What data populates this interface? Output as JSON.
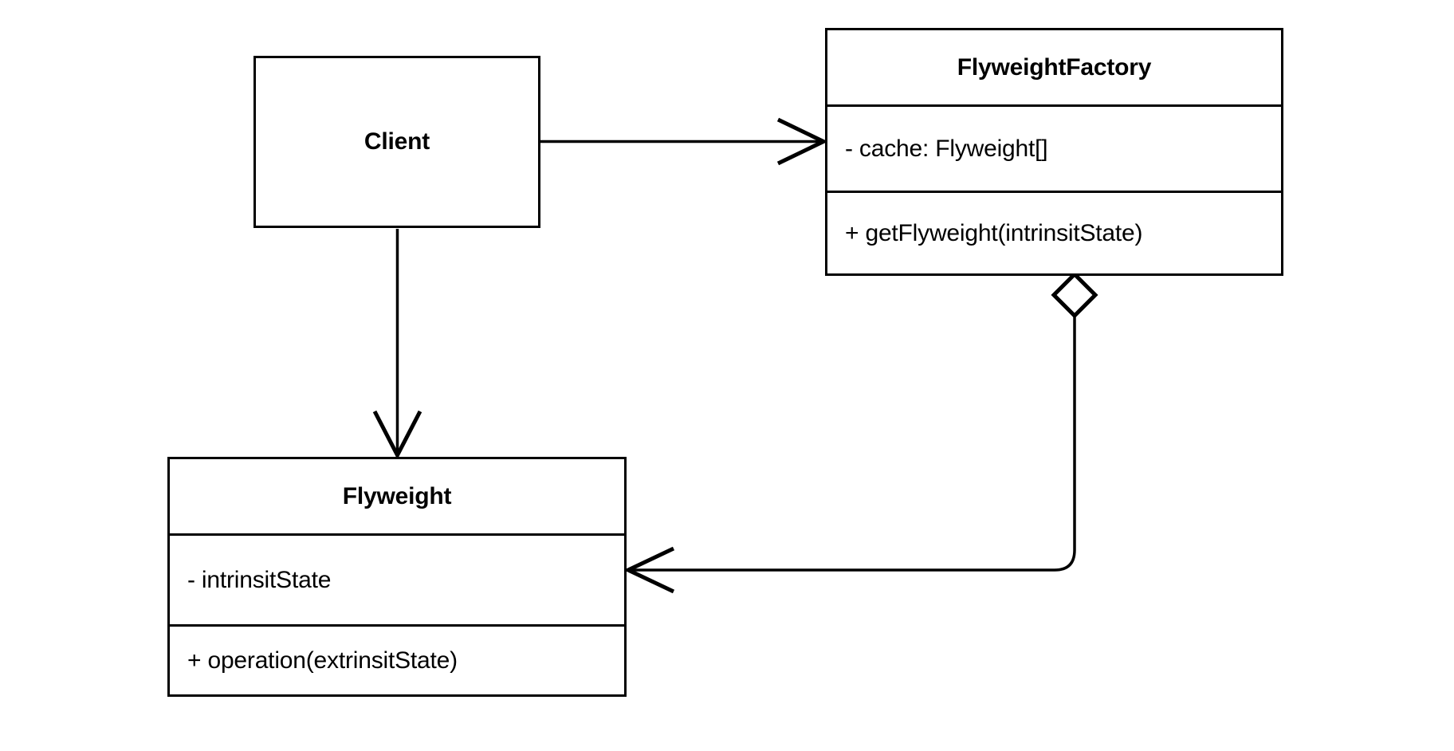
{
  "diagram": {
    "kind": "uml-class-diagram",
    "pattern": "Flyweight",
    "background_color": "#ffffff",
    "line_color": "#000000",
    "text_color": "#000000"
  },
  "classes": {
    "client": {
      "name": "Client",
      "attributes": [],
      "operations": []
    },
    "flyweight_factory": {
      "name": "FlyweightFactory",
      "attributes": [
        "- cache: Flyweight[]"
      ],
      "operations": [
        "+ getFlyweight(intrinsitState)"
      ]
    },
    "flyweight": {
      "name": "Flyweight",
      "attributes": [
        "- intrinsitState"
      ],
      "operations": [
        "+ operation(extrinsitState)"
      ]
    }
  },
  "relationships": [
    {
      "id": "client-to-factory",
      "type": "association",
      "arrow": "open-arrow",
      "from": "Client",
      "to": "FlyweightFactory",
      "label": ""
    },
    {
      "id": "client-to-flyweight",
      "type": "association",
      "arrow": "open-arrow",
      "from": "Client",
      "to": "Flyweight",
      "label": ""
    },
    {
      "id": "factory-aggregates-flyweight",
      "type": "aggregation",
      "arrow": "open-arrow",
      "source_decoration": "hollow-diamond",
      "from": "FlyweightFactory",
      "to": "Flyweight",
      "label": ""
    }
  ]
}
